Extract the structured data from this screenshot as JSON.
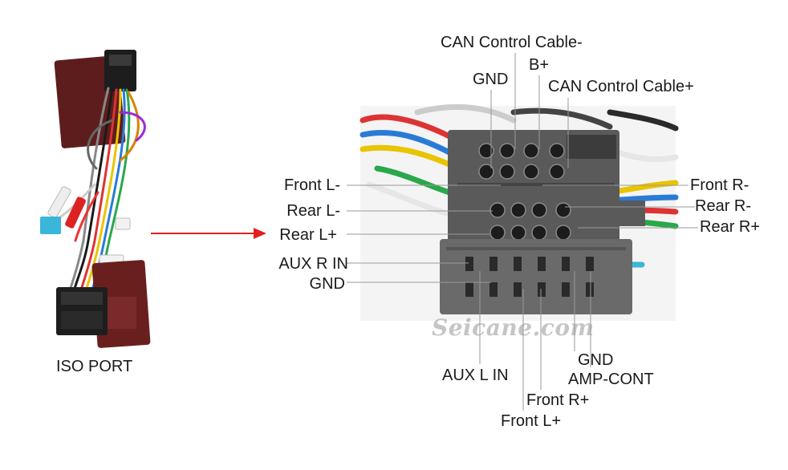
{
  "harness": {
    "caption": "ISO PORT"
  },
  "watermark": "Seicane.com",
  "labels": {
    "can_minus": "CAN Control Cable-",
    "b_plus": "B+",
    "gnd_top": "GND",
    "can_plus": "CAN Control Cable+",
    "front_l_minus": "Front L-",
    "rear_l_minus": "Rear L-",
    "rear_l_plus": "Rear L+",
    "aux_r_in": "AUX R IN",
    "gnd_left": "GND",
    "front_r_minus": "Front R-",
    "rear_r_minus": "Rear R-",
    "rear_r_plus": "Rear R+",
    "aux_l_in": "AUX L IN",
    "gnd_bottom": "GND",
    "amp_cont": "AMP-CONT",
    "front_r_plus": "Front R+",
    "front_l_plus": "Front L+"
  },
  "colors": {
    "arrow": "#e02020",
    "leader": "#9a9a9a",
    "connector": "#5a5a5a",
    "plug": "#6a1f1f"
  }
}
